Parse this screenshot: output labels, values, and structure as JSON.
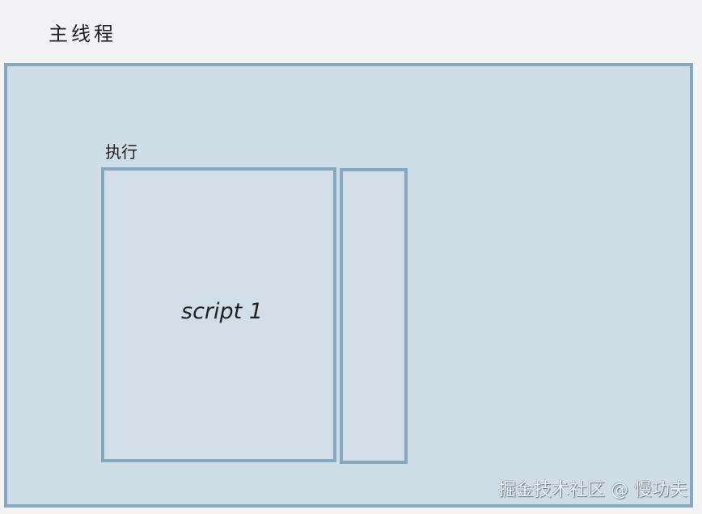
{
  "diagram": {
    "title": "主线程",
    "execution_label": "执行",
    "tasks": [
      {
        "label": "script 1"
      },
      {
        "label": ""
      }
    ]
  },
  "watermark": "掘金技术社区 @ 慢功夫",
  "colors": {
    "background": "#f3f3f5",
    "frame_fill": "#cfdde7",
    "frame_stroke": "#86a9c2",
    "text": "#222222"
  }
}
